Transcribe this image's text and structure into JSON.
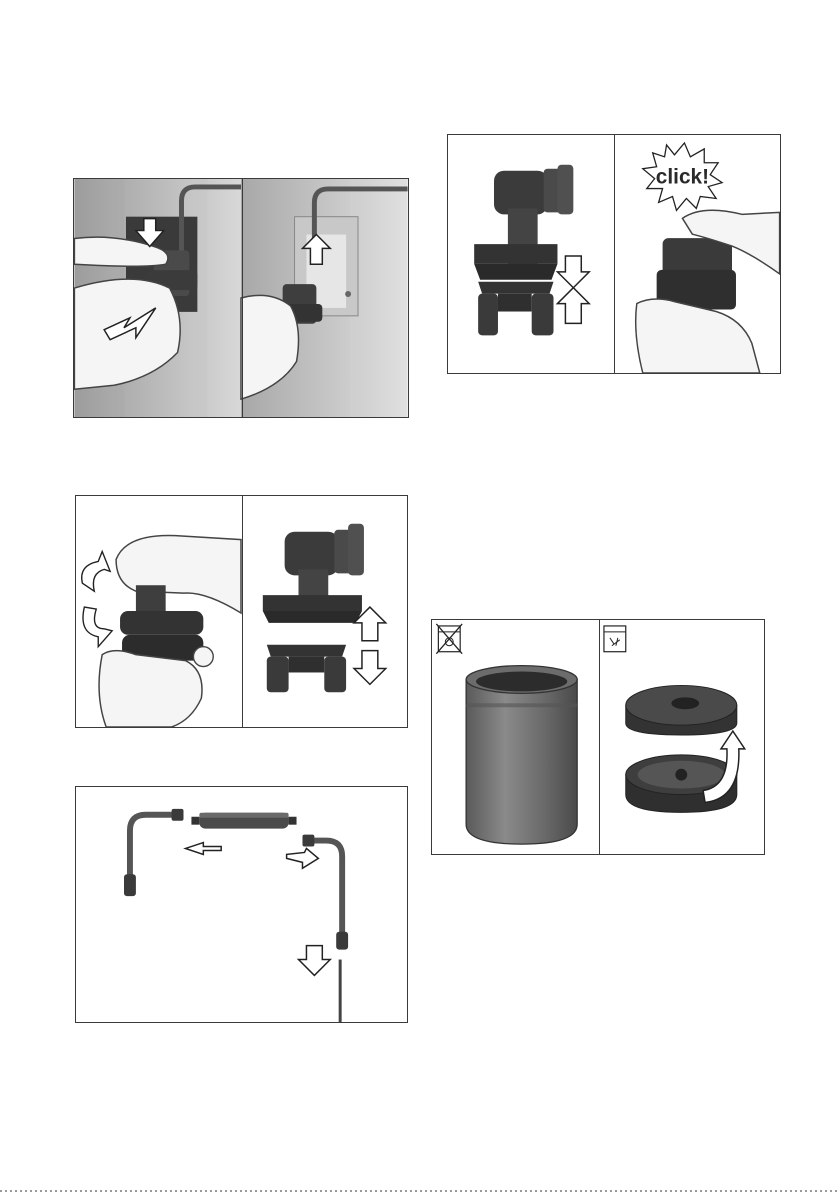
{
  "figures": {
    "remove_holder": {
      "panels": 2
    },
    "snap_together": {
      "callout": "click!"
    },
    "separate_parts": {
      "panels": 2
    },
    "milk_tube": {
      "panels": 1
    },
    "dishwasher": {
      "panels": 2
    }
  },
  "colors": {
    "part_dark": "#3b3b3b",
    "part_mid": "#5a5a5a",
    "wall_grey": "#bdbdbd",
    "skin": "#f4f4f4",
    "arrow_fill": "#ffffff",
    "outline": "#2a2a2a"
  },
  "icons": [
    "down-arrow-icon",
    "up-arrow-icon",
    "curved-arrow-icon",
    "no-dishwasher-icon",
    "dishwasher-safe-icon"
  ]
}
